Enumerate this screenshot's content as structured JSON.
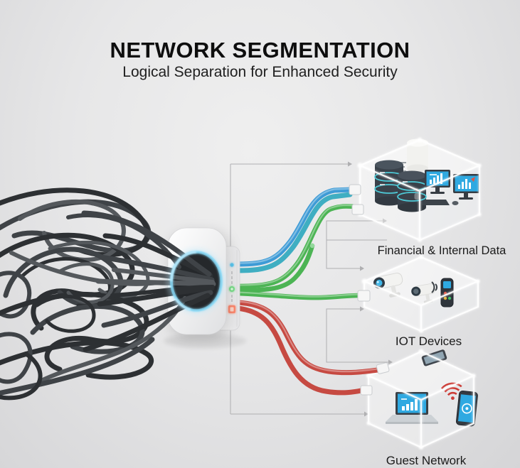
{
  "title": "NETWORK SEGMENTATION",
  "subtitle": "Logical Separation for Enhanced Security",
  "segments": [
    {
      "id": "financial",
      "label": "Financial & Internal Data",
      "cable_color": "#3E9BD6",
      "led_color": "#5BC8F0",
      "icons": [
        "server-cylinder-icon",
        "database-stack-icon",
        "dual-monitor-icon",
        "keyboard-icon"
      ]
    },
    {
      "id": "iot",
      "label": "IOT Devices",
      "cable_color": "#4CB454",
      "led_color": "#7CE08C",
      "icons": [
        "cctv-camera-icon",
        "cctv-camera-icon",
        "smart-remote-icon",
        "wireless-signal-icon"
      ]
    },
    {
      "id": "guest",
      "label": "Guest Network",
      "cable_color": "#C64A42",
      "led_color": "#FF8A70",
      "icons": [
        "laptop-icon",
        "wifi-signal-icon",
        "smartphone-icon",
        "mobile-phone-icon"
      ]
    }
  ],
  "device": {
    "description": "segmentation gateway with tangled unsegmented cables entering a glowing port",
    "port_glow_color": "#86D9F7"
  },
  "colors": {
    "background_center": "#EFEFEF",
    "background_edge": "#D5D5D7",
    "title": "#0E0E0E",
    "label": "#1B1B1B",
    "trace": "#AFAFB1",
    "tangle_dark": "#2D3033",
    "tangle_mid": "#3F4347",
    "tangle_light": "#54585C",
    "cable_blue": "#3E9BD6",
    "cable_teal": "#3FAEC2",
    "cable_green": "#4CB454",
    "cable_red": "#C64A42",
    "led_blue": "#5BC8F0",
    "led_green": "#7CE08C",
    "led_red": "#FF8A70",
    "box_edge": "#FFFFFF",
    "screen_blue": "#2FA9E1",
    "icon_dark": "#363C43",
    "accent_teal": "#4EC9D6",
    "port_glow": "#86D9F7"
  }
}
